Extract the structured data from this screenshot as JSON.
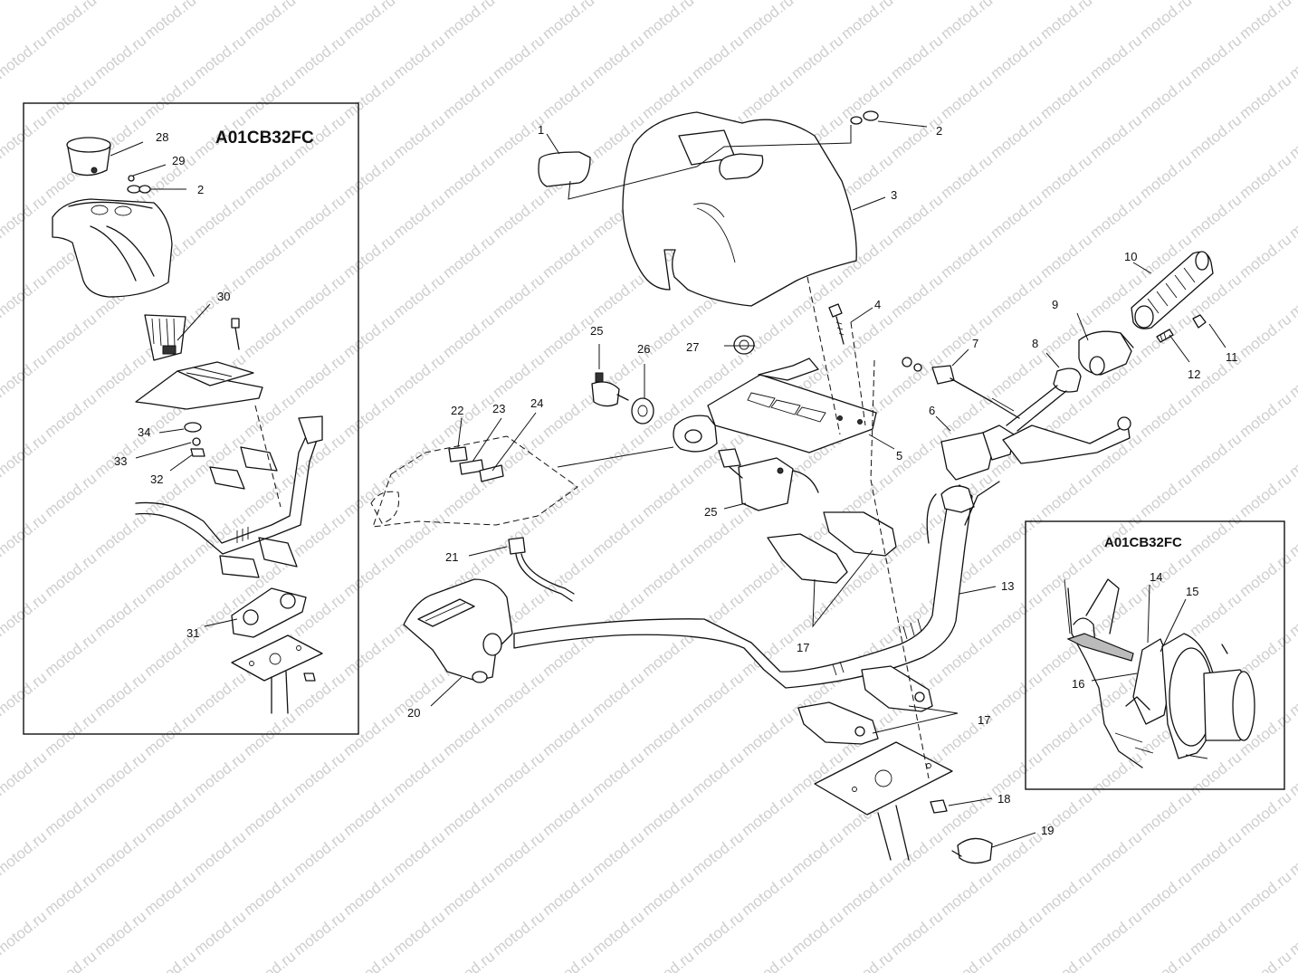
{
  "watermark": "motod.ru",
  "insets": {
    "left_code": "A01CB32FC",
    "right_code": "A01CB32FC"
  },
  "callouts": {
    "c1": "1",
    "c2a": "2",
    "c2b": "2",
    "c3": "3",
    "c4": "4",
    "c5": "5",
    "c6": "6",
    "c7": "7",
    "c8": "8",
    "c9": "9",
    "c10": "10",
    "c11": "11",
    "c12": "12",
    "c13": "13",
    "c14": "14",
    "c15": "15",
    "c16": "16",
    "c17a": "17",
    "c17b": "17",
    "c18": "18",
    "c19": "19",
    "c20": "20",
    "c21": "21",
    "c22": "22",
    "c23": "23",
    "c24": "24",
    "c25a": "25",
    "c25b": "25",
    "c26": "26",
    "c27": "27",
    "c28": "28",
    "c29": "29",
    "c30": "30",
    "c31": "31",
    "c32": "32",
    "c33": "33",
    "c34": "34"
  }
}
